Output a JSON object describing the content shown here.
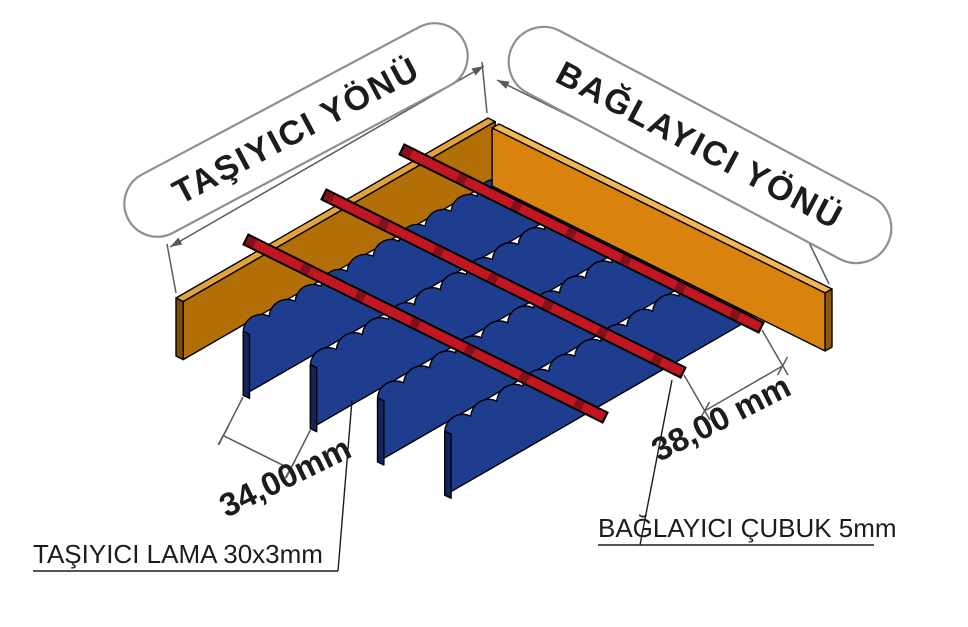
{
  "diagram": {
    "title": "steel-grating-isometric-drawing",
    "labels": {
      "carrier_direction": "TAŞIYICI YÖNÜ",
      "connector_direction": "BAĞLAYICI YÖNÜ",
      "carrier_spacing": "34,00mm",
      "connector_spacing": "38,00 mm",
      "carrier_bar": "TAŞIYICI LAMA 30x3mm",
      "connector_rod": "BAĞLAYICI ÇUBUK 5mm"
    },
    "colors": {
      "plate_face": "#1e3d8f",
      "plate_end": "#12265e",
      "rod": "#c21722",
      "rod_twist": "#85101a",
      "left_band_face": "#b26f07",
      "left_band_top": "#e2a33c",
      "left_band_end": "#7c4d04",
      "right_band_face": "#d9830e",
      "right_band_top": "#f2b854",
      "right_band_end": "#8f5a06"
    }
  }
}
